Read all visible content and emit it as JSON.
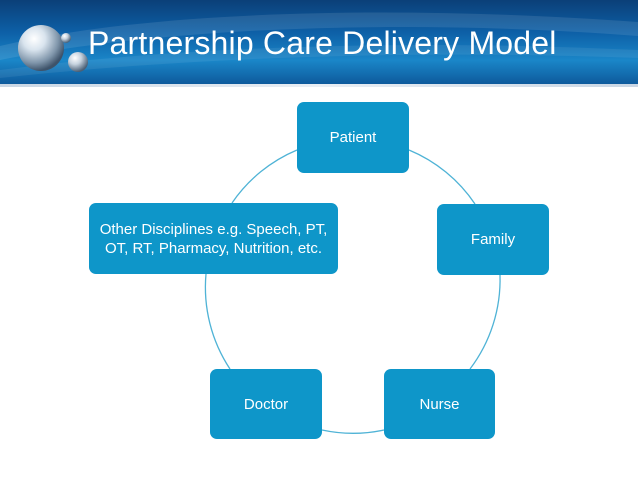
{
  "slide": {
    "title": "Partnership Care Delivery Model"
  },
  "diagram": {
    "type": "cycle",
    "nodes": [
      {
        "id": "patient",
        "label": "Patient"
      },
      {
        "id": "family",
        "label": "Family"
      },
      {
        "id": "nurse",
        "label": "Nurse"
      },
      {
        "id": "doctor",
        "label": "Doctor"
      },
      {
        "id": "other",
        "label": "Other Disciplines e.g. Speech, PT, OT, RT, Pharmacy, Nutrition, etc."
      }
    ],
    "connector_color": "#4fb3d6",
    "node_color": "#0e96c9"
  },
  "theme": {
    "header_color": "#0d5fa6"
  }
}
